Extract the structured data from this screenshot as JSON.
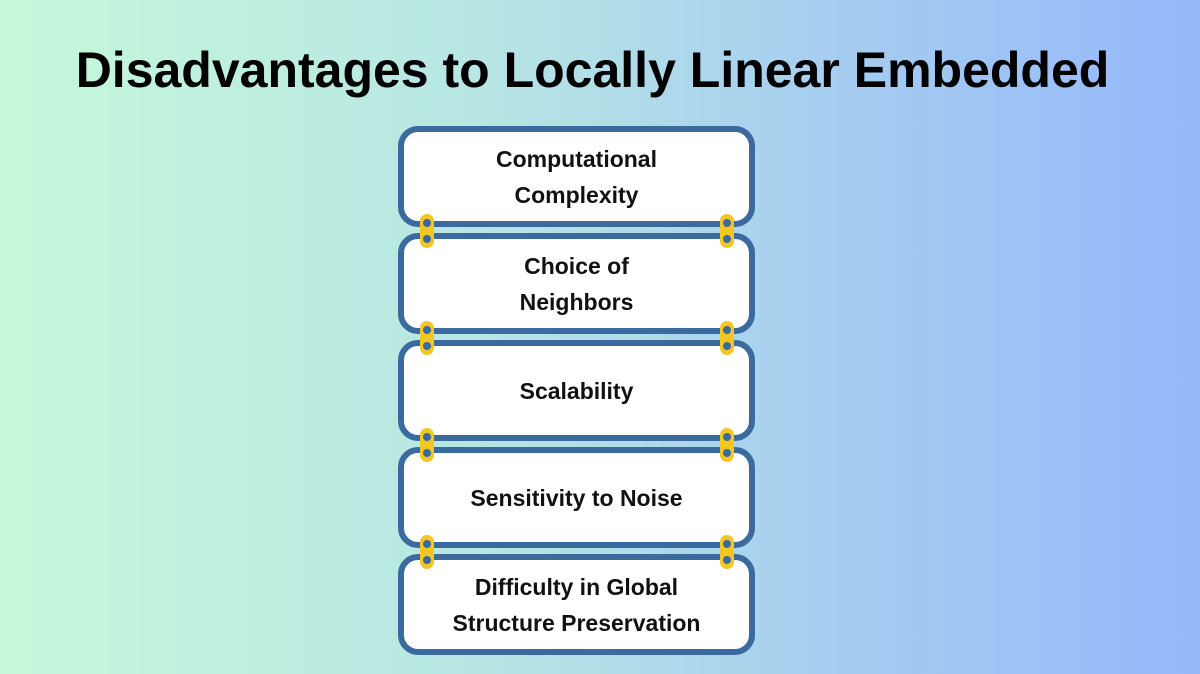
{
  "title": "Disadvantages to Locally Linear Embedded",
  "items": [
    {
      "label": "Computational\nComplexity"
    },
    {
      "label": "Choice of\nNeighbors"
    },
    {
      "label": "Scalability"
    },
    {
      "label": "Sensitivity to Noise"
    },
    {
      "label": "Difficulty in Global\nStructure Preservation"
    }
  ],
  "colors": {
    "box_border": "#3b6a9e",
    "connector": "#f3c623",
    "box_fill": "#ffffff"
  }
}
